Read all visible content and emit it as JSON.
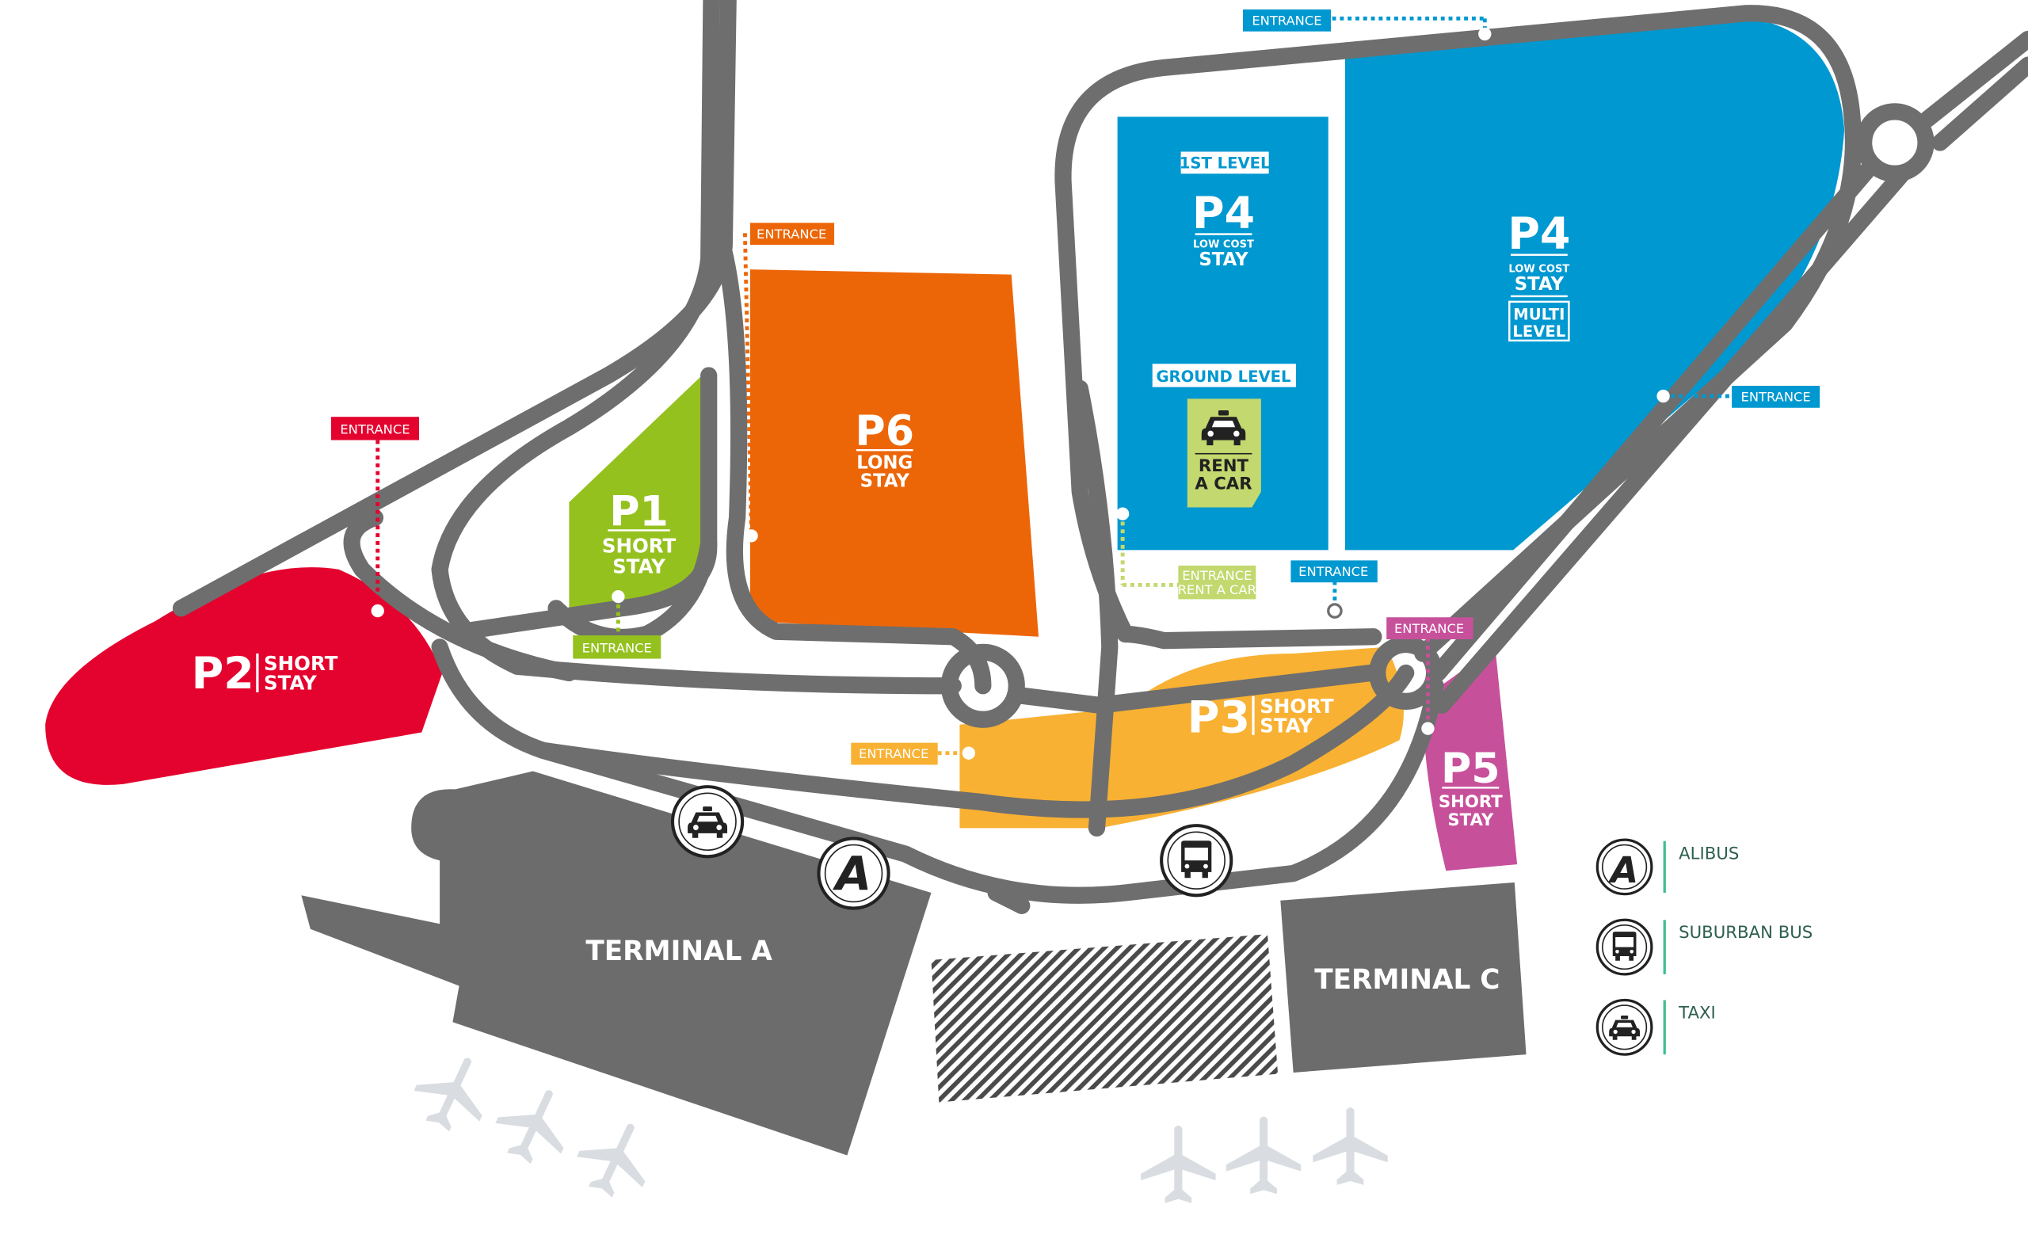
{
  "colors": {
    "road": "#6e6e6e",
    "p2": "#e4032e",
    "p1": "#95c11f",
    "p6": "#ec6608",
    "p4": "#0098d0",
    "p3": "#f8b133",
    "p5": "#c7509b",
    "rentacar": "#c3d86e",
    "terminal": "#6c6c6c",
    "legend_line": "#3fbf8f"
  },
  "parkings": {
    "p2": {
      "name": "P2",
      "line1": "SHORT",
      "line2": "STAY",
      "entrance": "ENTRANCE"
    },
    "p1": {
      "name": "P1",
      "line1": "SHORT",
      "line2": "STAY",
      "entrance": "ENTRANCE"
    },
    "p6": {
      "name": "P6",
      "line1": "LONG",
      "line2": "STAY",
      "entrance": "ENTRANCE"
    },
    "p4_left": {
      "level_top": "1ST LEVEL",
      "name": "P4",
      "line1": "LOW COST",
      "line2": "STAY",
      "level_bottom": "GROUND LEVEL",
      "rent1": "RENT",
      "rent2": "A CAR",
      "entrance1": "ENTRANCE",
      "entrance2": "RENT A CAR",
      "entrance3": "ENTRANCE"
    },
    "p4_right": {
      "name": "P4",
      "line1": "LOW COST",
      "line2": "STAY",
      "multi1": "MULTI",
      "multi2": "LEVEL",
      "entrance_top": "ENTRANCE",
      "entrance_right": "ENTRANCE"
    },
    "p3": {
      "name": "P3",
      "line1": "SHORT",
      "line2": "STAY",
      "entrance": "ENTRANCE"
    },
    "p5": {
      "name": "P5",
      "line1": "SHORT",
      "line2": "STAY",
      "entrance": "ENTRANCE"
    }
  },
  "terminals": {
    "a": "TERMINAL A",
    "c": "TERMINAL C"
  },
  "stops": {
    "taxi_icon": "taxi-icon",
    "alibus_icon": "alibus-icon",
    "bus_icon": "bus-icon",
    "alibus_letter": "A"
  },
  "legend": [
    {
      "icon": "alibus-icon",
      "label": "ALIBUS"
    },
    {
      "icon": "bus-icon",
      "label": "SUBURBAN BUS"
    },
    {
      "icon": "taxi-icon",
      "label": "TAXI"
    }
  ]
}
